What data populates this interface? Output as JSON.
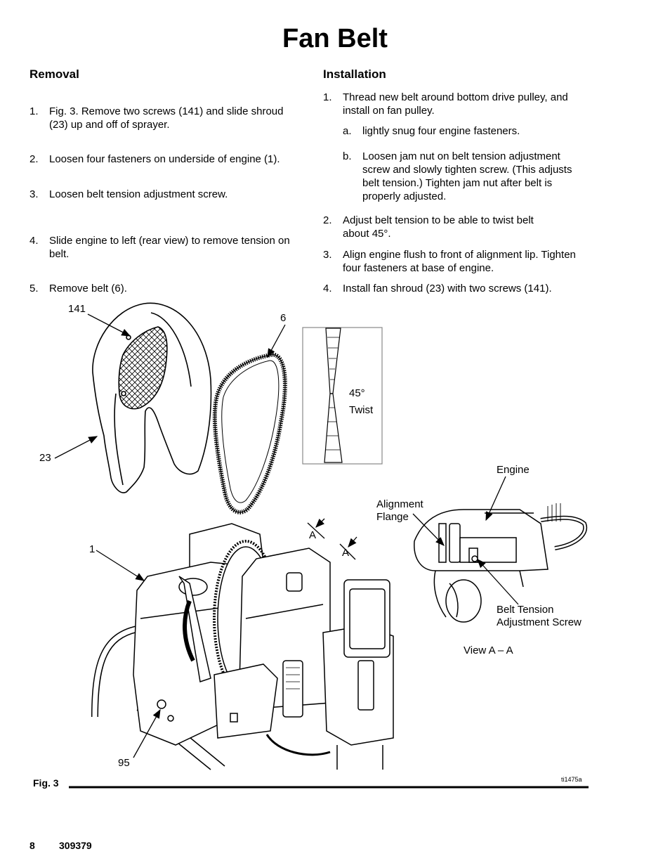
{
  "title": "Fan Belt",
  "removal": {
    "heading": "Removal",
    "steps": [
      {
        "num": "1.",
        "text": "Fig. 3. Remove two screws (141) and slide shroud (23) up and off of sprayer."
      },
      {
        "num": "2.",
        "text": "Loosen four fasteners on underside of engine (1)."
      },
      {
        "num": "3.",
        "text": "Loosen belt tension adjustment screw."
      },
      {
        "num": "4.",
        "text": "Slide engine to left (rear view) to remove tension on belt."
      },
      {
        "num": "5.",
        "text": "Remove belt (6)."
      }
    ]
  },
  "installation": {
    "heading": "Installation",
    "steps": [
      {
        "num": "1.",
        "text": "Thread new belt around bottom drive pulley, and install on fan pulley."
      },
      {
        "num": "a.",
        "text": "lightly snug four engine fasteners."
      },
      {
        "num": "b.",
        "text": "Loosen jam nut on belt tension adjustment screw and slowly tighten screw. (This adjusts belt tension.) Tighten jam nut after belt is properly adjusted."
      },
      {
        "num": "2.",
        "text": "Adjust belt tension to be able to twist belt about 45°."
      },
      {
        "num": "3.",
        "text": "Align engine flush to front of alignment lip. Tighten four fasteners at base of engine."
      },
      {
        "num": "4.",
        "text": "Install fan shroud (23) with two screws (141)."
      }
    ]
  },
  "figure": {
    "callouts": {
      "c141": "141",
      "c6": "6",
      "c23": "23",
      "c1": "1",
      "c95": "95",
      "sectionA1": "A",
      "sectionA2": "A"
    },
    "twist_angle": "45°",
    "twist_word": "Twist",
    "engine_label": "Engine",
    "alignment_flange": "Alignment\nFlange",
    "belt_tension_screw": "Belt Tension\nAdjustment Screw",
    "view_label": "View A – A",
    "caption": "Fig. 3",
    "drawing_id": "ti1475a"
  },
  "footer": {
    "page_number": "8",
    "doc_number": "309379"
  }
}
